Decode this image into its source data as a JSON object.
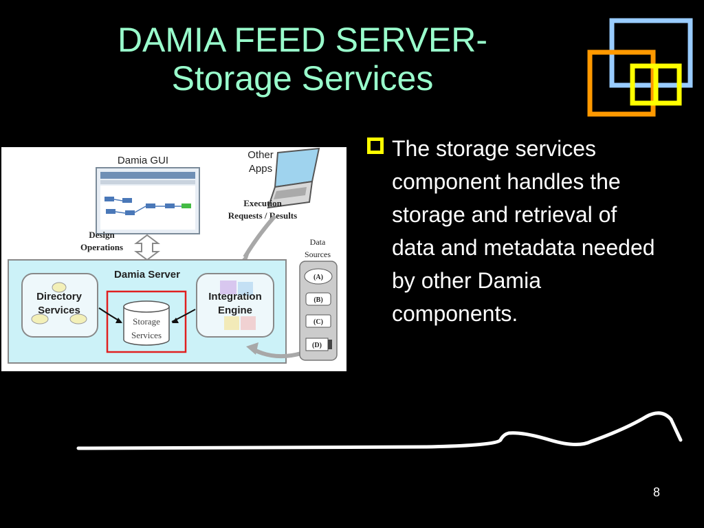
{
  "title": {
    "line1": "DAMIA FEED SERVER-",
    "line2": "Storage Services"
  },
  "bullet": {
    "text": "The storage services component handles the storage and retrieval of data and metadata needed by other Damia components."
  },
  "diagram": {
    "gui_label": "Damia GUI",
    "other_apps_line1": "Other",
    "other_apps_line2": "Apps",
    "execution_line1": "Execution",
    "execution_line2": "Requests / Results",
    "design_line1": "Design",
    "design_line2": "Operations",
    "data_sources_line1": "Data",
    "data_sources_line2": "Sources",
    "server_label": "Damia Server",
    "directory_line1": "Directory",
    "directory_line2": "Services",
    "storage_line1": "Storage",
    "storage_line2": "Services",
    "integration_line1": "Integration",
    "integration_line2": "Engine",
    "sources": [
      "(A)",
      "(B)",
      "(C)",
      "(D)"
    ]
  },
  "page_number": "8",
  "colors": {
    "background": "#000000",
    "title": "#99ffcc",
    "text": "#ffffff",
    "bullet": "#ffff00",
    "deco_blue": "#99ccff",
    "deco_orange": "#ff9900",
    "deco_yellow": "#ffff00",
    "server_fill": "#ccf2f8",
    "highlight": "#e02020"
  },
  "icons": {
    "bullet": "hollow-square-bullet-icon",
    "deco": "overlapping-squares-icon",
    "laptop": "laptop-icon",
    "swoosh": "curved-line-decoration"
  }
}
